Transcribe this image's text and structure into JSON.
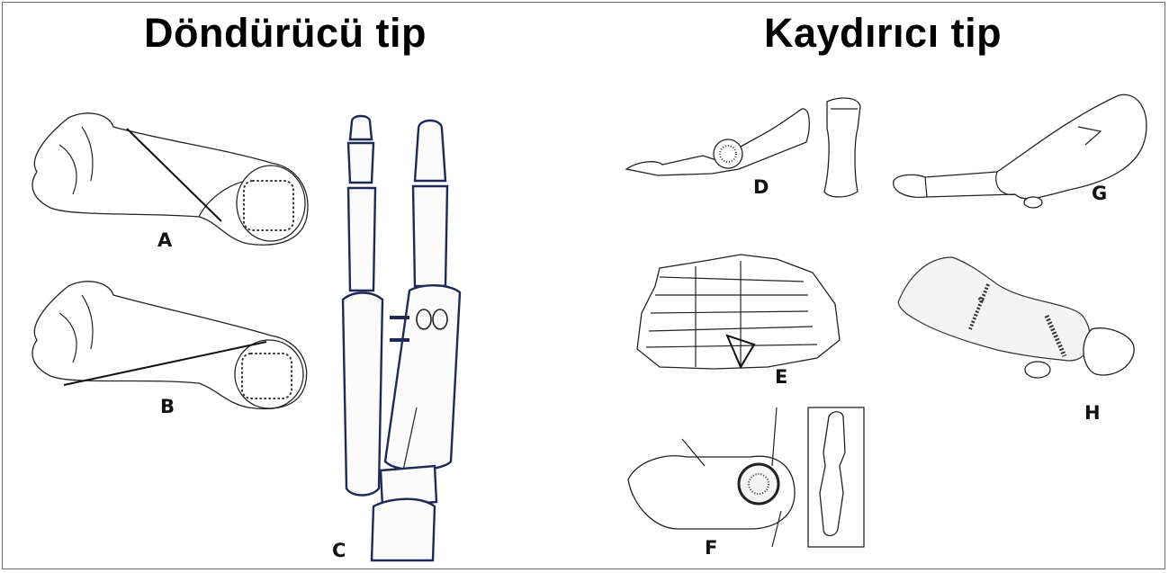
{
  "titles": {
    "left": "Döndürücü tip",
    "right": "Kaydırıcı tip"
  },
  "panels": {
    "A": "A",
    "B": "B",
    "C": "C",
    "D": "D",
    "E": "E",
    "F": "F",
    "G": "G",
    "H": "H"
  }
}
